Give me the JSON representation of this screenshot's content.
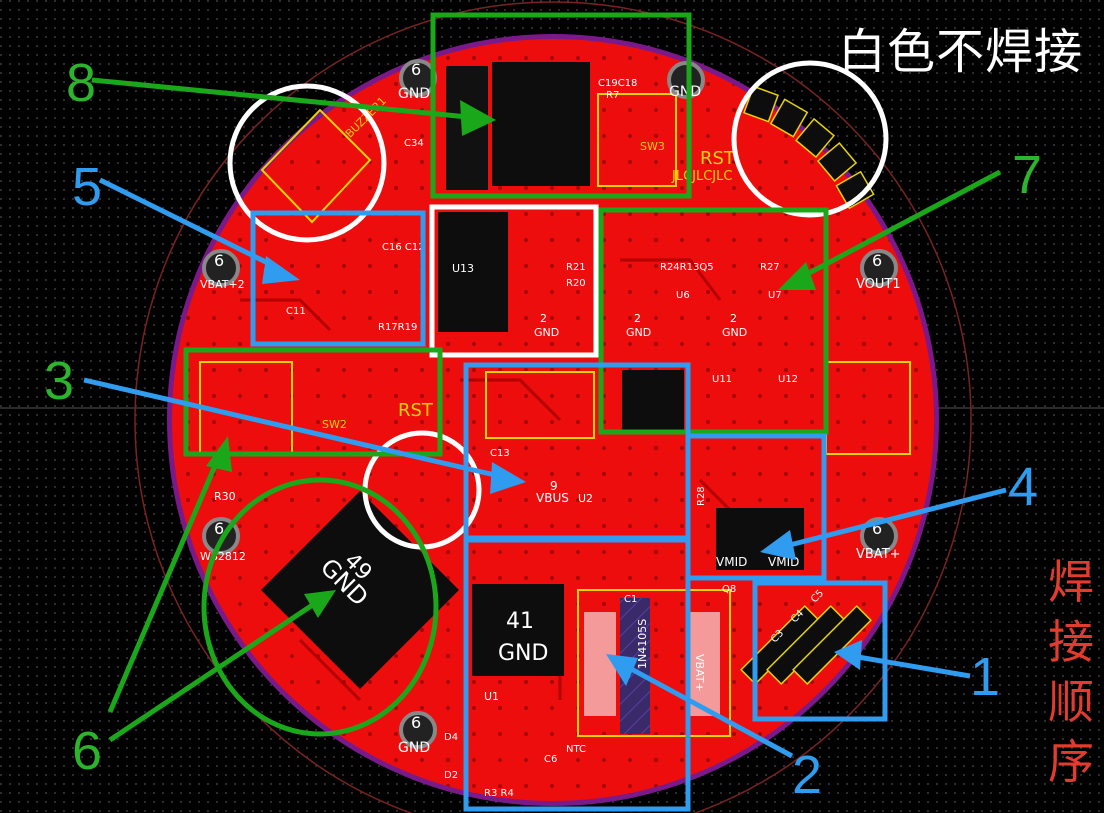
{
  "annotations": {
    "note_top": "白色不焊接",
    "order_label": [
      "焊",
      "接",
      "顺",
      "序"
    ],
    "steps": [
      {
        "num": "1",
        "color": "blue"
      },
      {
        "num": "2",
        "color": "blue"
      },
      {
        "num": "3",
        "color": "green"
      },
      {
        "num": "4",
        "color": "blue"
      },
      {
        "num": "5",
        "color": "blue"
      },
      {
        "num": "6",
        "color": "green"
      },
      {
        "num": "7",
        "color": "green"
      },
      {
        "num": "8",
        "color": "green"
      }
    ]
  },
  "pcb_labels": {
    "pad_gnd": "GND",
    "pad_num": "6",
    "chip_49_num": "49",
    "chip_49_gnd": "GND",
    "chip_41_num": "41",
    "chip_41_gnd": "GND",
    "vbus": "VBUS",
    "vbus_num": "9",
    "vmid_a": "VMID",
    "vmid_b": "VMID",
    "vout1": "VOUT1",
    "vbat_plus": "VBAT+",
    "vbat2": "VBAT+2",
    "vbat_right": "VBAT+",
    "ws2812": "WS2812",
    "rst_top": "RST",
    "rst_left": "RST",
    "sw2": "SW2",
    "sw3": "SW3",
    "u13": "U13",
    "u2": "U2",
    "u1": "U1",
    "diode": "1N4105S",
    "jlc": "JLCJLCJLC",
    "buzzer": "BUZZER1",
    "gnd_small": "GND",
    "two": "2",
    "r30": "R30",
    "c34": "C34",
    "c19": "C19C18",
    "r7": "R7",
    "c3": "C3",
    "c4": "C4",
    "c5": "C5",
    "c1": "C1",
    "c6": "C6",
    "r3r4": "R3 R4",
    "ntc": "NTC",
    "u11": "U11",
    "u12": "U12",
    "c13": "C13",
    "r17r19": "R17R19",
    "c16c12": "C16 C12",
    "c11": "C11",
    "r21": "R21",
    "r20": "R20",
    "r24r13": "R24R13Q5",
    "r27": "R27",
    "r28": "R28",
    "u7": "U7",
    "u6": "U6",
    "q8": "Q8",
    "d2": "D2",
    "d4": "D4"
  }
}
